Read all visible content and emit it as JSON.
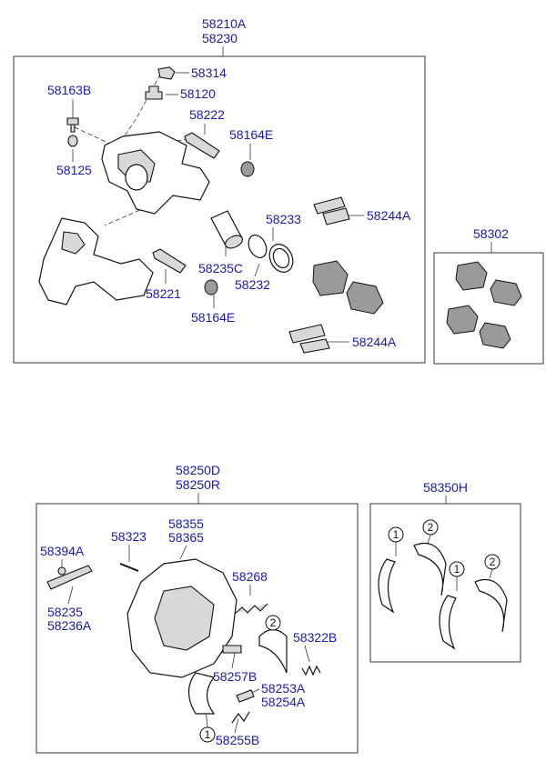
{
  "caliper_group": {
    "title_1": "58210A",
    "title_2": "58230",
    "labels": {
      "l58314": "58314",
      "l58163b": "58163B",
      "l58120": "58120",
      "l58222": "58222",
      "l58164e_top": "58164E",
      "l58125": "58125",
      "l58233": "58233",
      "l58244a_top": "58244A",
      "l58235c": "58235C",
      "l58221": "58221",
      "l58232": "58232",
      "l58164e_bottom": "58164E",
      "l58244a_bottom": "58244A"
    }
  },
  "pad_kit": {
    "title": "58302"
  },
  "shoe_group": {
    "title_1": "58250D",
    "title_2": "58250R",
    "labels": {
      "l58323": "58323",
      "l58355": "58355",
      "l58365": "58365",
      "l58394a": "58394A",
      "l58268": "58268",
      "l58235": "58235",
      "l58236a": "58236A",
      "l58322b": "58322B",
      "l58257b": "58257B",
      "l58253a": "58253A",
      "l58254a": "58254A",
      "l58255b": "58255B"
    },
    "markers": {
      "m1": "1",
      "m2": "2"
    }
  },
  "shoe_kit": {
    "title": "58350H",
    "markers": {
      "m1a": "1",
      "m2a": "2",
      "m1b": "1",
      "m2b": "2"
    }
  },
  "colors": {
    "label": "#1a1aa8",
    "line": "#333333"
  }
}
